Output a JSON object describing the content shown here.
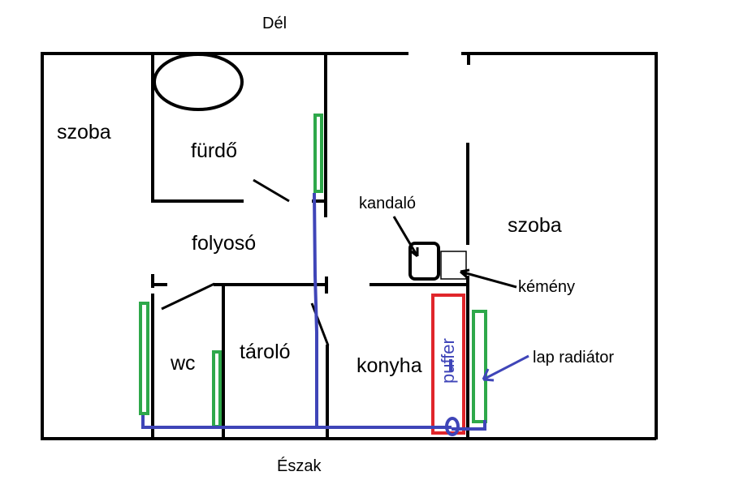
{
  "compass": {
    "south": "Dél",
    "north": "Észak"
  },
  "rooms": {
    "szoba_left": "szoba",
    "furdo": "fürdő",
    "folyoso": "folyosó",
    "wc": "wc",
    "tarolo": "tároló",
    "konyha": "konyha",
    "szoba_right": "szoba"
  },
  "annotations": {
    "kandalo": "kandaló",
    "kemeny": "kémény",
    "lap_radiator": "lap radiátor",
    "puffer": "puffer"
  },
  "colors": {
    "wall": "#000000",
    "radiator": "#2ea84a",
    "pipe": "#3f45b8",
    "puffer_tank": "#e0262b",
    "puffer_text": "#3f45b8"
  }
}
